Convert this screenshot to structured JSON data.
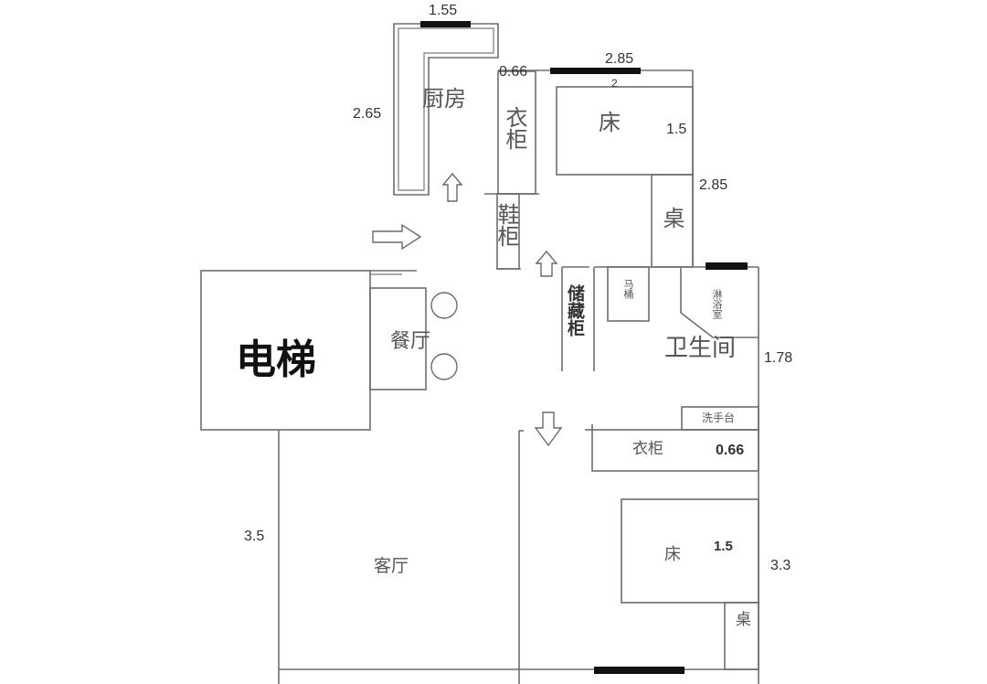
{
  "rooms": {
    "kitchen": "厨房",
    "elevator": "电梯",
    "dining": "餐厅",
    "living": "客厅",
    "bathroom": "卫生间",
    "shower": "淋浴室",
    "toilet": "马桶",
    "basin": "洗手台",
    "storage": "储藏柜",
    "shoe_cabinet": "鞋柜",
    "wardrobe_top": "衣柜",
    "wardrobe_bottom": "衣柜",
    "bed_top": "床",
    "bed_bottom": "床",
    "desk_top": "桌",
    "desk_bottom": "桌"
  },
  "dimensions": {
    "kitchen_width": "1.55",
    "kitchen_length": "2.65",
    "wardrobe_top_depth": "0.66",
    "bedroom_top_width": "2.85",
    "bed_top_length": "2",
    "bed_top_width": "1.5",
    "bedroom_top_length": "2.85",
    "bathroom_length": "1.78",
    "wardrobe_bottom_depth": "0.66",
    "bed_bottom_width": "1.5",
    "bedroom_bottom_length": "3.3",
    "living_length": "3.5"
  },
  "colors": {
    "wall": "#6e6e6e",
    "window": "#111111",
    "background": "#ffffff",
    "label": "#555555"
  }
}
